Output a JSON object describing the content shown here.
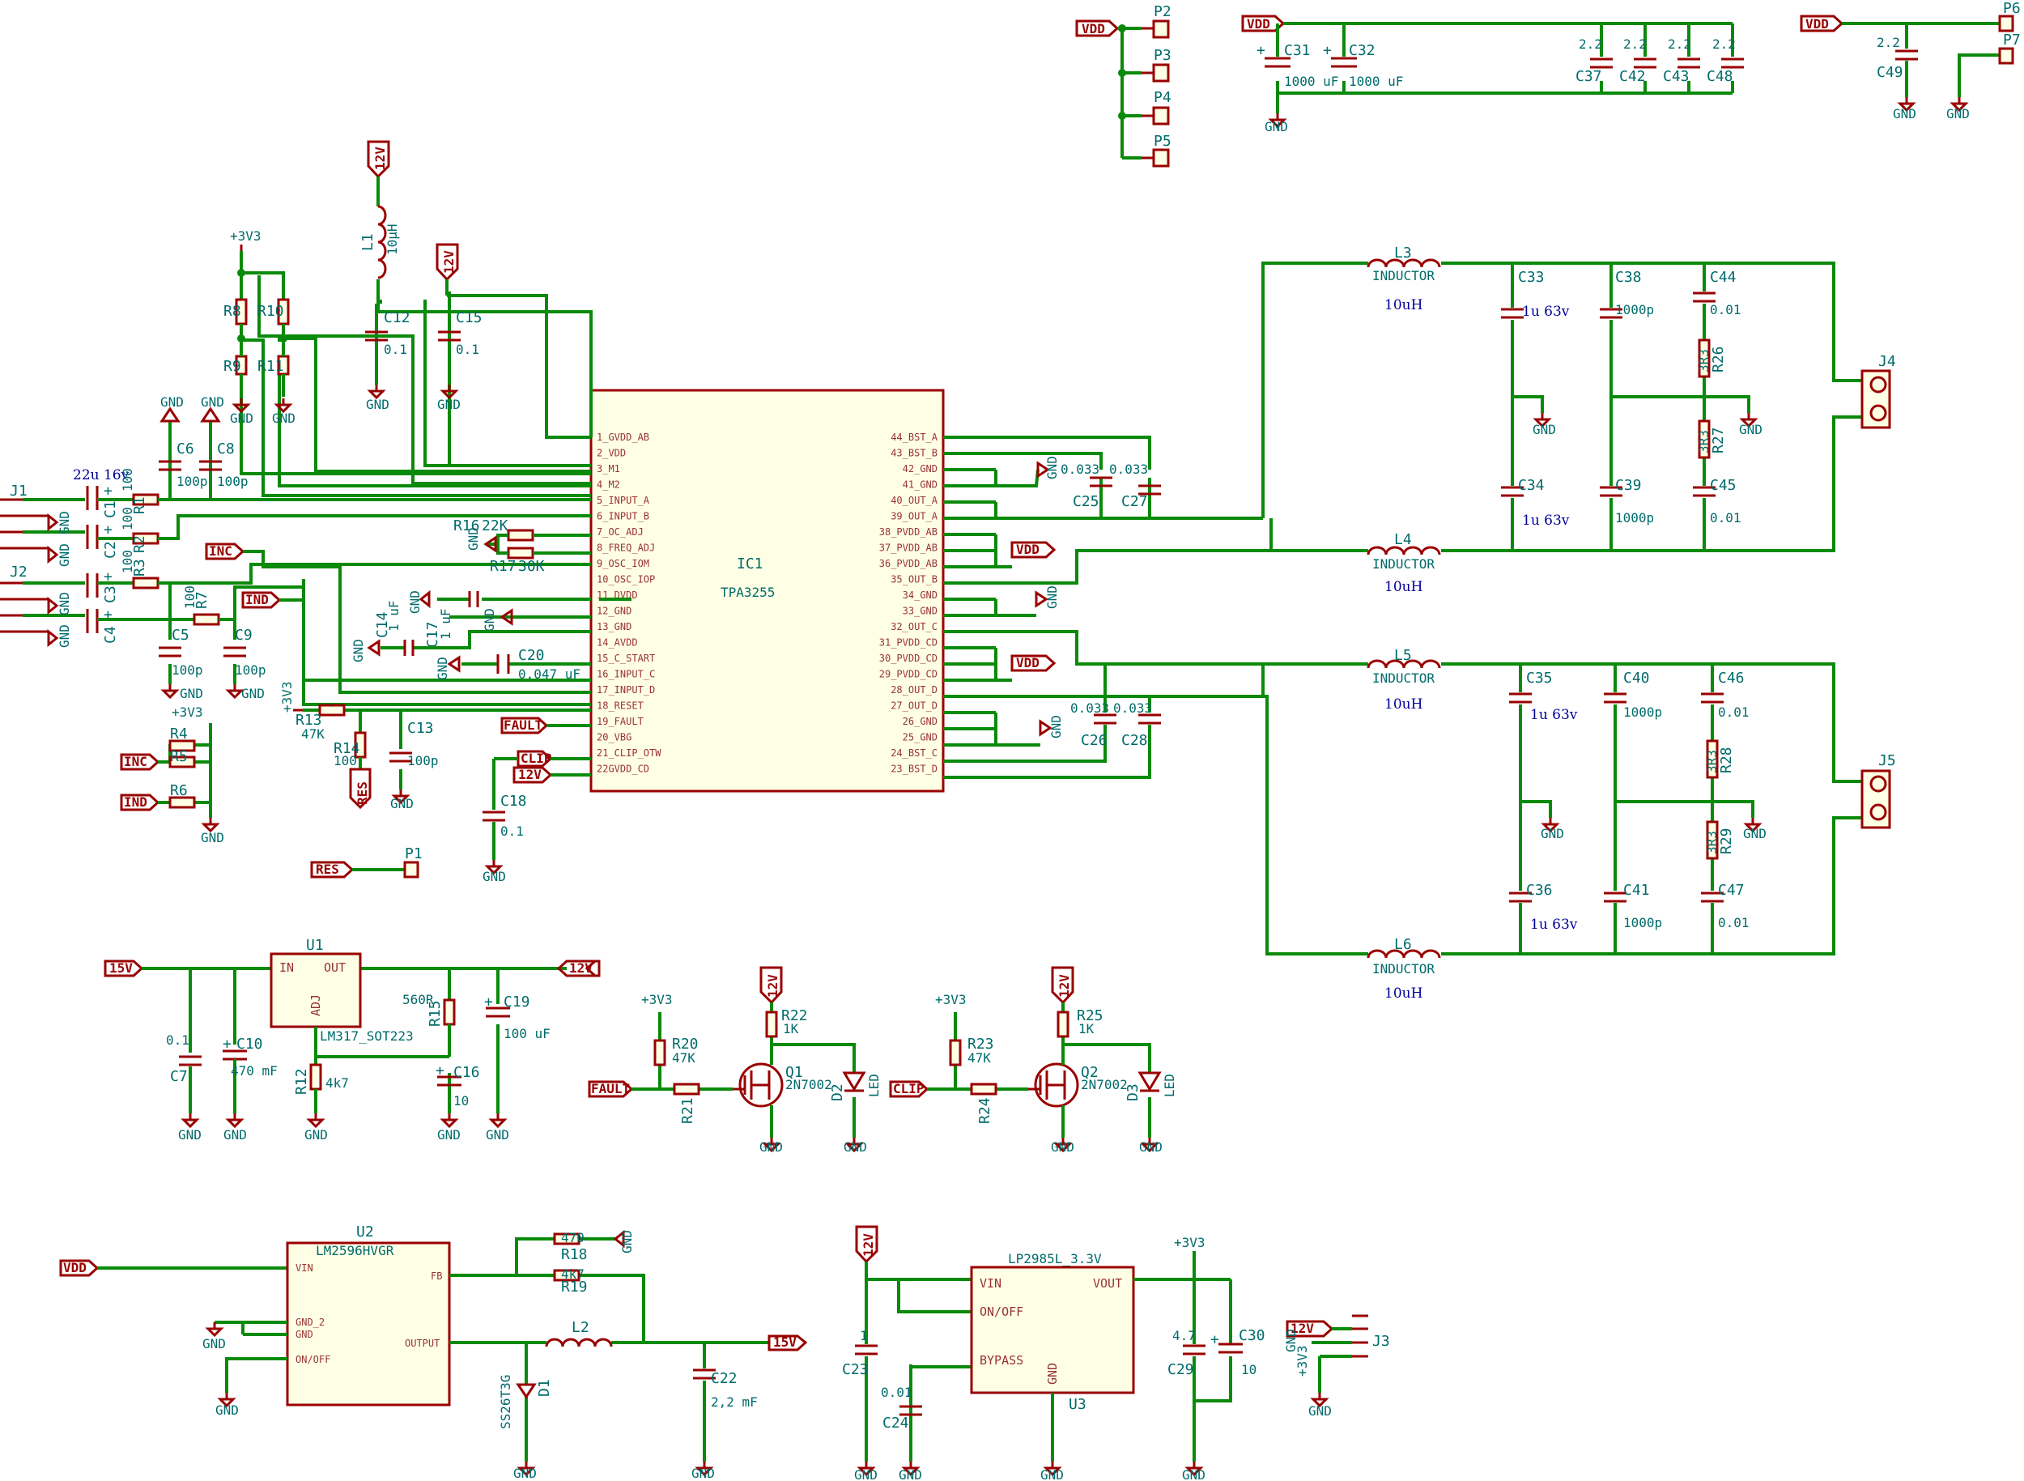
{
  "ic1": {
    "ref": "IC1",
    "value": "TPA3255",
    "left_pins": [
      "1_GVDD_AB",
      "2_VDD",
      "3_M1",
      "4_M2",
      "5_INPUT_A",
      "6_INPUT_B",
      "7_OC_ADJ",
      "8_FREQ_ADJ",
      "9_OSC_IOM",
      "10_OSC_IOP",
      "11_DVDD",
      "12_GND",
      "13_GND",
      "14_AVDD",
      "15_C_START",
      "16_INPUT_C",
      "17_INPUT_D",
      "18_RESET",
      "19_FAULT",
      "20_VBG",
      "21_CLIP_OTW",
      "22GVDD_CD"
    ],
    "right_pins": [
      "44_BST_A",
      "43_BST_B",
      "42_GND",
      "41_GND",
      "40_OUT_A",
      "39_OUT_A",
      "38_PVDD_AB",
      "37_PVDD_AB",
      "36_PVDD_AB",
      "35_OUT_B",
      "34_GND",
      "33_GND",
      "32_OUT_C",
      "31_PVDD_CD",
      "30_PVDD_CD",
      "29_PVDD_CD",
      "28_OUT_D",
      "27_OUT_D",
      "26_GND",
      "25_GND",
      "24_BST_C",
      "23_BST_D"
    ]
  },
  "net_labels": {
    "vdd": "VDD",
    "v12": "12V",
    "v15": "15V",
    "v3v3": "+3V3",
    "gnd": "GND",
    "inc": "INC",
    "ind": "IND",
    "fault": "FAULT",
    "clip": "CLIP",
    "res": "RES"
  },
  "connectors": {
    "p2": "P2",
    "p3": "P3",
    "p4": "P4",
    "p5": "P5",
    "p6": "P6",
    "p7": "P7",
    "p1": "P1",
    "j1": "J1",
    "j2": "J2",
    "j3": "J3",
    "j4": "J4",
    "j5": "J5"
  },
  "bulk_caps": {
    "c31": "C31",
    "c32": "C32",
    "c31_val": "1000 uF",
    "c32_val": "1000 uF",
    "c37": "C37",
    "c42": "C42",
    "c43": "C43",
    "c48": "C48",
    "c49": "C49",
    "val_22": "2.2"
  },
  "input_section": {
    "c1": "C1",
    "c2": "C2",
    "c3": "C3",
    "c4": "C4",
    "c_in_val": "22u 16v",
    "r1": "R1",
    "r2": "R2",
    "r3": "R3",
    "r7": "R7",
    "val_100": "100",
    "c5": "C5",
    "c6": "C6",
    "c8": "C8",
    "c9": "C9",
    "val_100p": "100p",
    "r8": "R8",
    "r9": "R9",
    "r10": "R10",
    "r11": "R11",
    "r4": "R4",
    "r5": "R5",
    "r6": "R6",
    "l1": "L1",
    "l1_val": "10µH",
    "c12": "C12",
    "c15": "C15",
    "val_01": "0.1",
    "r16": "R16",
    "r16_val": "22K",
    "r17": "R17",
    "r17_val": "30K",
    "c17": "C17",
    "c17_val": "1 uF",
    "c14": "C14",
    "c14_val": "1 uF",
    "c20": "C20",
    "c20_val": "0.047 uF",
    "r13": "R13",
    "r13_val": "47K",
    "r14": "R14",
    "c13": "C13",
    "c18": "C18"
  },
  "output_section": {
    "l3": "L3",
    "l4": "L4",
    "l5": "L5",
    "l6": "L6",
    "inductor": "INDUCTOR",
    "l_val": "10uH",
    "c25": "C25",
    "c26": "C26",
    "c27": "C27",
    "c28": "C28",
    "val_0033": "0.033",
    "c33": "C33",
    "c34": "C34",
    "c35": "C35",
    "c36": "C36",
    "val_1u63v": "1u 63v",
    "c38": "C38",
    "c39": "C39",
    "c40": "C40",
    "c41": "C41",
    "val_1000p": "1000p",
    "c44": "C44",
    "c45": "C45",
    "c46": "C46",
    "c47": "C47",
    "val_001": "0.01",
    "r26": "R26",
    "r27": "R27",
    "r28": "R28",
    "r29": "R29",
    "val_3r3": "3R3"
  },
  "lm317": {
    "u1": "U1",
    "part": "LM317_SOT223",
    "in": "IN",
    "out": "OUT",
    "adj": "ADJ",
    "c7": "C7",
    "c7_val": "0.1",
    "c10": "C10",
    "c10_val": "470 mF",
    "r12": "R12",
    "r12_val": "4k7",
    "r15": "R15",
    "r15_val": "560R",
    "c16": "C16",
    "c16_val": "10",
    "c19": "C19",
    "c19_val": "100 uF"
  },
  "led_drivers": {
    "r20": "R20",
    "r23": "R23",
    "val_47k": "47K",
    "r21": "R21",
    "r24": "R24",
    "r22": "R22",
    "r25": "R25",
    "val_1k": "1K",
    "q1": "Q1",
    "q2": "Q2",
    "q_part": "2N7002",
    "d2": "D2",
    "d3": "D3",
    "led": "LED"
  },
  "buck": {
    "u2": "U2",
    "part": "LM2596HVGR",
    "vin": "VIN",
    "fb": "FB",
    "gnd2": "GND_2",
    "gnd": "GND",
    "onoff": "ON/OFF",
    "output": "OUTPUT",
    "r18": "R18",
    "r18_val": "470",
    "r19": "R19",
    "r19_val": "4k7",
    "l2": "L2",
    "d1": "D1",
    "d1_val": "SS26T3G",
    "c22": "C22",
    "c22_val": "2,2 mF"
  },
  "ldo": {
    "u3": "U3",
    "part": "LP2985L_3.3V",
    "vin": "VIN",
    "vout": "VOUT",
    "onoff": "ON/OFF",
    "bypass": "BYPASS",
    "gnd": "GND",
    "c23": "C23",
    "c23_val": "1",
    "c24": "C24",
    "c24_val": "0.01",
    "c29": "C29",
    "c29_val": "4.7",
    "c30": "C30",
    "c30_val": "10"
  }
}
